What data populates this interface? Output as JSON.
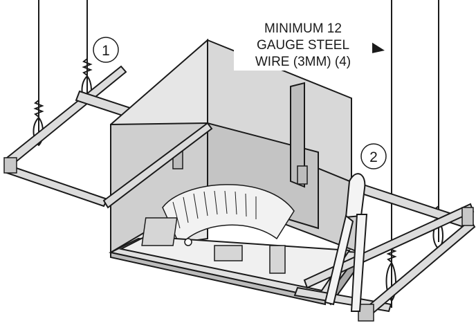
{
  "callouts": [
    {
      "number": "1"
    },
    {
      "number": "2"
    }
  ],
  "note": {
    "line1": "MINIMUM 12",
    "line2": "GAUGE STEEL",
    "line3": "WIRE (3MM) (4)"
  },
  "colors": {
    "line": "#1a1a1a",
    "housing_light": "#e6e6e6",
    "housing_mid": "#c9c9c9",
    "housing_dark": "#a9a9a9",
    "metal": "#dcdcdc"
  },
  "icons": [
    "arrow-right-icon",
    "pliers-icon",
    "hanger-wire-icon"
  ]
}
